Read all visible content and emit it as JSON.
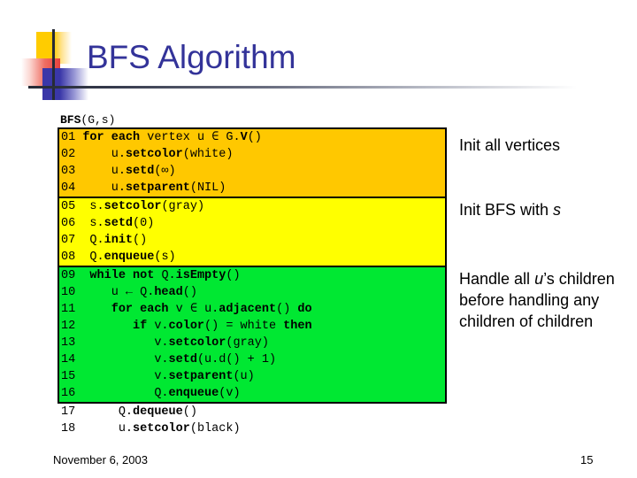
{
  "slide": {
    "title": "BFS Algorithm",
    "title_color": "#333399",
    "logo": {
      "yellow": "#ffcc00",
      "red": "#e8413c",
      "blue": "#3a37a8",
      "line": "#262b36"
    }
  },
  "code": {
    "signature_bold": "BFS",
    "signature_rest": "(G,s)",
    "blocks": [
      {
        "name": "init-all-vertices",
        "color": "#ffc800",
        "lines": [
          {
            "num": "01",
            "parts": [
              {
                "t": "for each ",
                "b": true
              },
              {
                "t": "vertex u ∈ G.",
                "b": false
              },
              {
                "t": "V",
                "b": true
              },
              {
                "t": "()",
                "b": false
              }
            ]
          },
          {
            "num": "02",
            "parts": [
              {
                "t": "    u.",
                "b": false
              },
              {
                "t": "setcolor",
                "b": true
              },
              {
                "t": "(white)",
                "b": false
              }
            ]
          },
          {
            "num": "03",
            "parts": [
              {
                "t": "    u.",
                "b": false
              },
              {
                "t": "setd",
                "b": true
              },
              {
                "t": "(∞)",
                "b": false
              }
            ]
          },
          {
            "num": "04",
            "parts": [
              {
                "t": "    u.",
                "b": false
              },
              {
                "t": "setparent",
                "b": true
              },
              {
                "t": "(NIL)",
                "b": false
              }
            ]
          }
        ]
      },
      {
        "name": "init-bfs-with-s",
        "color": "#ffff00",
        "lines": [
          {
            "num": "05",
            "parts": [
              {
                "t": " s.",
                "b": false
              },
              {
                "t": "setcolor",
                "b": true
              },
              {
                "t": "(gray)",
                "b": false
              }
            ]
          },
          {
            "num": "06",
            "parts": [
              {
                "t": " s.",
                "b": false
              },
              {
                "t": "setd",
                "b": true
              },
              {
                "t": "(0)",
                "b": false
              }
            ]
          },
          {
            "num": "07",
            "parts": [
              {
                "t": " Q.",
                "b": false
              },
              {
                "t": "init",
                "b": true
              },
              {
                "t": "()",
                "b": false
              }
            ]
          },
          {
            "num": "08",
            "parts": [
              {
                "t": " Q.",
                "b": false
              },
              {
                "t": "enqueue",
                "b": true
              },
              {
                "t": "(s)",
                "b": false
              }
            ]
          }
        ]
      },
      {
        "name": "main-bfs-loop",
        "color": "#00e832",
        "lines": [
          {
            "num": "09",
            "parts": [
              {
                "t": " while not ",
                "b": true
              },
              {
                "t": "Q.",
                "b": false
              },
              {
                "t": "isEmpty",
                "b": true
              },
              {
                "t": "()",
                "b": false
              }
            ]
          },
          {
            "num": "10",
            "parts": [
              {
                "t": "    u ← Q.",
                "b": false
              },
              {
                "t": "head",
                "b": true
              },
              {
                "t": "()",
                "b": false
              }
            ]
          },
          {
            "num": "11",
            "parts": [
              {
                "t": "    for each ",
                "b": true
              },
              {
                "t": "v ∈ u.",
                "b": false
              },
              {
                "t": "adjacent",
                "b": true
              },
              {
                "t": "() ",
                "b": false
              },
              {
                "t": "do",
                "b": true
              }
            ]
          },
          {
            "num": "12",
            "parts": [
              {
                "t": "       if ",
                "b": true
              },
              {
                "t": "v.",
                "b": false
              },
              {
                "t": "color",
                "b": true
              },
              {
                "t": "() = white ",
                "b": false
              },
              {
                "t": "then",
                "b": true
              }
            ]
          },
          {
            "num": "13",
            "parts": [
              {
                "t": "          v.",
                "b": false
              },
              {
                "t": "setcolor",
                "b": true
              },
              {
                "t": "(gray)",
                "b": false
              }
            ]
          },
          {
            "num": "14",
            "parts": [
              {
                "t": "          v.",
                "b": false
              },
              {
                "t": "setd",
                "b": true
              },
              {
                "t": "(u.d() + 1)",
                "b": false
              }
            ]
          },
          {
            "num": "15",
            "parts": [
              {
                "t": "          v.",
                "b": false
              },
              {
                "t": "setparent",
                "b": true
              },
              {
                "t": "(u)",
                "b": false
              }
            ]
          },
          {
            "num": "16",
            "parts": [
              {
                "t": "          Q.",
                "b": false
              },
              {
                "t": "enqueue",
                "b": true
              },
              {
                "t": "(v)",
                "b": false
              }
            ]
          }
        ]
      },
      {
        "name": "finish-vertex",
        "color": "#ffffff",
        "lines": [
          {
            "num": "17",
            "parts": [
              {
                "t": "     Q.",
                "b": false
              },
              {
                "t": "dequeue",
                "b": true
              },
              {
                "t": "()",
                "b": false
              }
            ]
          },
          {
            "num": "18",
            "parts": [
              {
                "t": "     u.",
                "b": false
              },
              {
                "t": "setcolor",
                "b": true
              },
              {
                "t": "(black)",
                "b": false
              }
            ]
          }
        ]
      }
    ]
  },
  "annotations": [
    {
      "name": "annotation-init-all-vertices",
      "parts": [
        {
          "t": "Init all vertices",
          "it": false
        }
      ]
    },
    {
      "name": "annotation-init-bfs-with-s",
      "parts": [
        {
          "t": "Init BFS with ",
          "it": false
        },
        {
          "t": "s",
          "it": true
        }
      ]
    },
    {
      "name": "annotation-handle-children",
      "parts": [
        {
          "t": "Handle all ",
          "it": false
        },
        {
          "t": "u",
          "it": true
        },
        {
          "t": "’s children before handling any children of children",
          "it": false
        }
      ]
    }
  ],
  "footer": {
    "date": "November 6, 2003",
    "page_number": "15"
  }
}
